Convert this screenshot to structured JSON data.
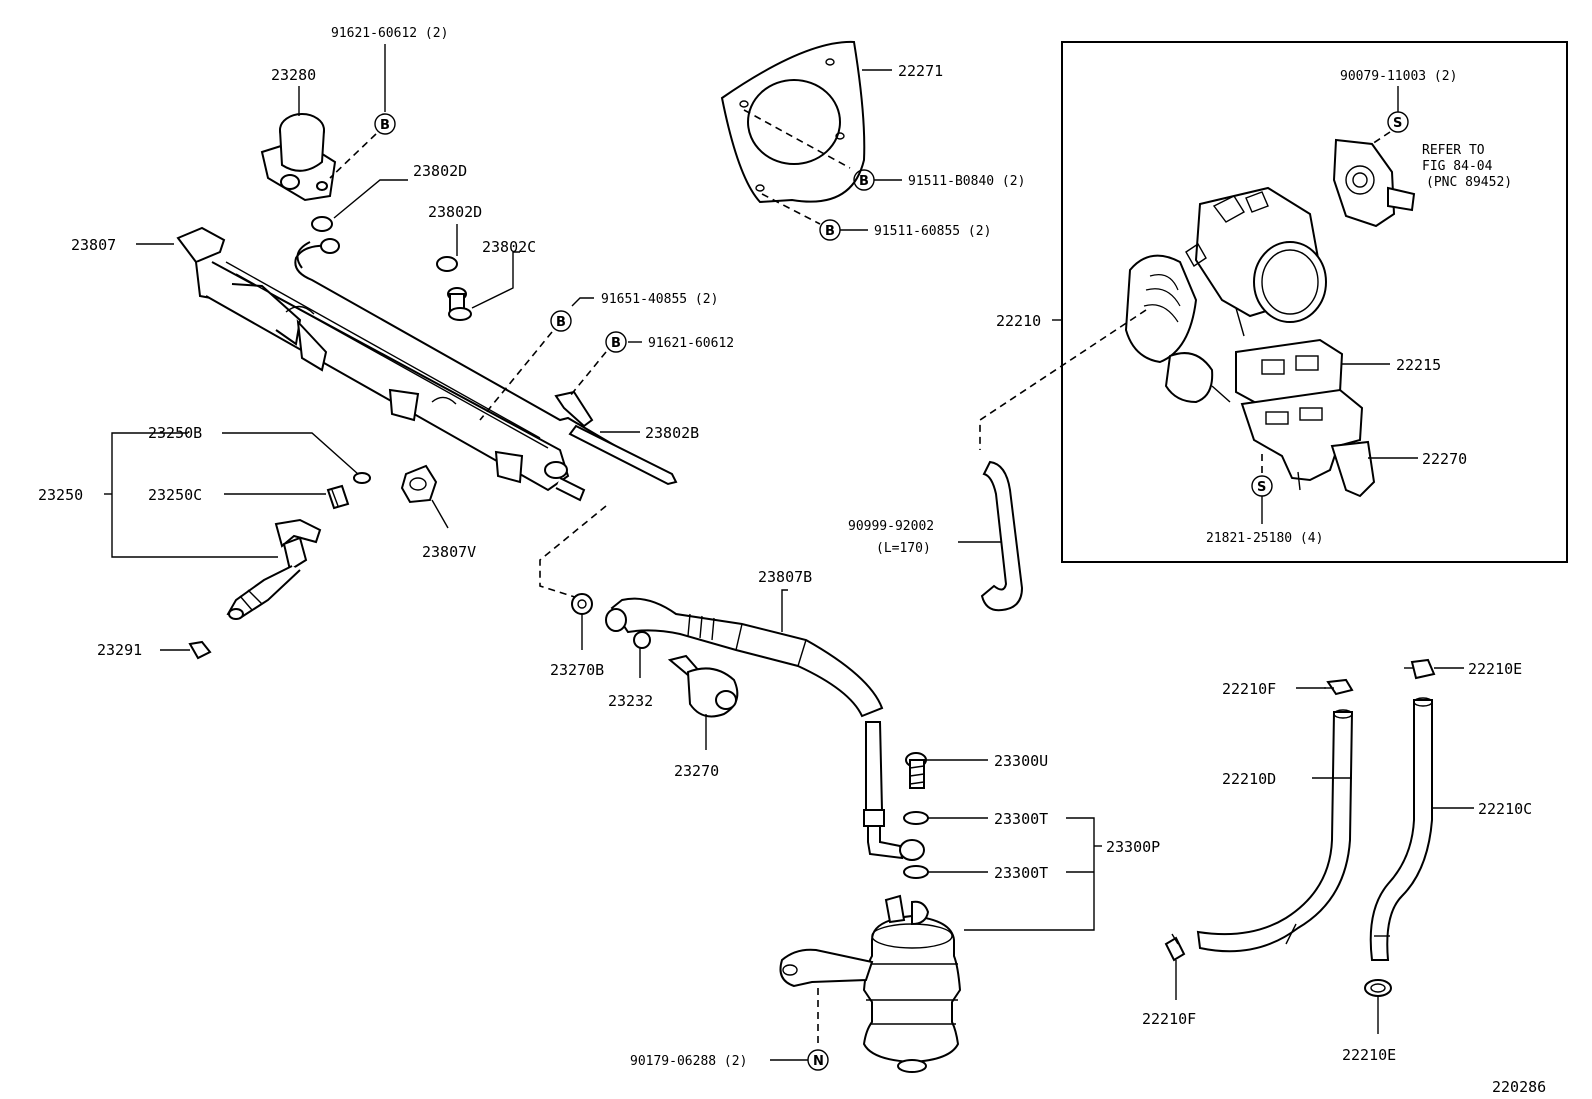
{
  "figure_id": "220286",
  "labels": {
    "bolt_pressure_reg": "91621-60612 (2)",
    "pressure_regulator": "23280",
    "o_ring_d1": "23802D",
    "o_ring_d2": "23802D",
    "union_bolt_c": "23802C",
    "delivery_pipe": "23807",
    "bolt_b1": "91651-40855 (2)",
    "bolt_b2": "91621-60612",
    "fuel_pipe_b": "23802B",
    "injector_kit_assy": "23250",
    "o_ring_b": "23250B",
    "insulator_c": "23250C",
    "insulator_v": "23807V",
    "injector_seal": "23291",
    "gasket_throttle": "22271",
    "bolt_throttle_1": "91511-B0840 (2)",
    "bolt_throttle_2": "91511-60855 (2)",
    "screw_sensor": "90079-11003 (2)",
    "refer_to": "REFER TO",
    "fig_ref": "FIG 84-04",
    "pnc_ref": "(PNC 89452)",
    "throttle_body": "22210",
    "gasket_22215": "22215",
    "idle_valve": "22270",
    "screw_idle": "21821-25180 (4)",
    "hose_90999": "90999-92002",
    "hose_length": "(L=170)",
    "hose_23807b": "23807B",
    "gasket_23270b": "23270B",
    "gasket_23232": "23232",
    "damper_23270": "23270",
    "clamp_f1": "22210F",
    "clamp_e1": "22210E",
    "hose_d": "22210D",
    "hose_c": "22210C",
    "clamp_f2": "22210F",
    "clamp_e2": "22210E",
    "bolt_23300u": "23300U",
    "gasket_t1": "23300T",
    "gasket_t2": "23300T",
    "filter_kit": "23300P",
    "bolt_filter": "90179-06288 (2)"
  },
  "circled_marks": {
    "b1": "B",
    "b2": "B",
    "b3": "B",
    "b4": "B",
    "b5": "B",
    "s1": "S",
    "s2": "S",
    "n1": "N"
  }
}
